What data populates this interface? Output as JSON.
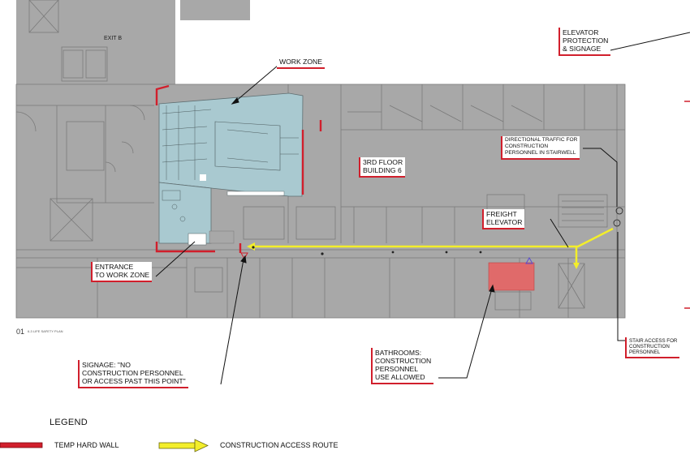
{
  "callouts": {
    "work_zone": "WORK ZONE",
    "elevator_protection": "ELEVATOR\nPROTECTION\n& SIGNAGE",
    "directional_traffic": "DIRECTIONAL TRAFFIC FOR\nCONSTRUCTION\nPERSONNEL IN STAIRWELL",
    "floor_building": "3RD FLOOR\nBUILDING 6",
    "freight_elevator": "FREIGHT\nELEVATOR",
    "entrance": "ENTRANCE\nTO WORK ZONE",
    "signage": "SIGNAGE: \"NO\nCONSTRUCTION PERSONNEL\nOR ACCESS PAST THIS POINT\"",
    "bathrooms": "BATHROOMS:\nCONSTRUCTION\nPERSONNEL\nUSE ALLOWED",
    "stair_access": "STAIR ACCESS FOR\nCONSTRUCTION\nPERSONNEL"
  },
  "plan_labels": {
    "exit": "EXIT B",
    "sheet_number": "01",
    "sheet_title": "6-3 LIFE SAFETY PLAN"
  },
  "legend": {
    "title": "LEGEND",
    "items": [
      {
        "label": "TEMP HARD WALL",
        "color": "#d11f2c",
        "symbol": "red-bar"
      },
      {
        "label": "CONSTRUCTION ACCESS ROUTE",
        "color": "#f3ee2a",
        "symbol": "yellow-arrow"
      }
    ]
  },
  "colors": {
    "plan_fill": "#a6a6a6",
    "work_zone_fill": "#a9c9d0",
    "bathroom_fill": "#e06a6a",
    "temp_wall": "#d11f2c",
    "access_route": "#f3ee2a",
    "leader_line": "#111111"
  }
}
